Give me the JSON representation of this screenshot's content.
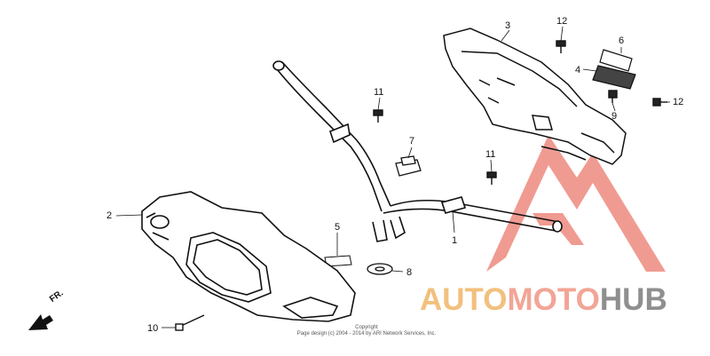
{
  "callouts": {
    "c1": "1",
    "c2": "2",
    "c3": "3",
    "c4": "4",
    "c5": "5",
    "c6": "6",
    "c7": "7",
    "c8": "8",
    "c9": "9",
    "c10": "10",
    "c11a": "11",
    "c11b": "11",
    "c12a": "12",
    "c12b": "12"
  },
  "direction_label": "FR.",
  "copyright_line1": "Copyright",
  "copyright_line2": "Page design (c) 2004 - 2014 by ARI Network Services, Inc.",
  "watermark": {
    "part1": "AUTO",
    "part2": "MOTO",
    "part3": "HUB",
    "color1": "#f2c07e",
    "color2": "#f2a596",
    "color3": "#8f8f8f",
    "triangle_color": "#ee8a80"
  }
}
